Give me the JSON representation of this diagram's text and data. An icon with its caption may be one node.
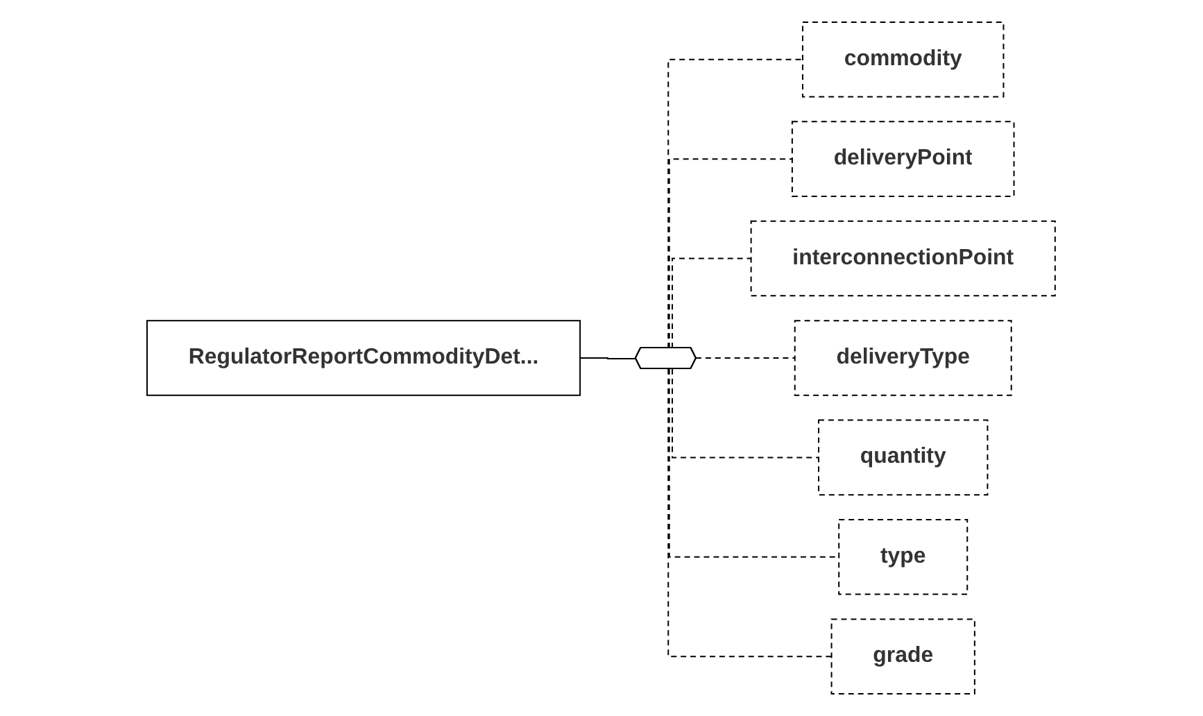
{
  "diagram": {
    "nodes": [
      {
        "text": [
          "RegulatorReportCommodityDet..."
        ]
      },
      {
        "text": [],
        "shape": "hexagon"
      },
      {
        "text": [
          "commodity"
        ]
      },
      {
        "text": [
          "deliveryPoint"
        ]
      },
      {
        "text": [
          "interconnectionPoint"
        ]
      },
      {
        "text": [
          "deliveryType"
        ]
      },
      {
        "text": [
          "quantity"
        ]
      },
      {
        "text": [
          "type"
        ]
      },
      {
        "text": [
          "grade"
        ]
      }
    ],
    "edges": [
      {
        "from": 0,
        "to": 1,
        "arrow": "none"
      },
      {
        "from": 1,
        "to": 2,
        "arrow": "none",
        "style": "dashed"
      },
      {
        "from": 1,
        "to": 3,
        "arrow": "none",
        "style": "dashed"
      },
      {
        "from": 1,
        "to": 4,
        "arrow": "none",
        "style": "dashed"
      },
      {
        "from": 1,
        "to": 5,
        "arrow": "none",
        "style": "dashed"
      },
      {
        "from": 1,
        "to": 6,
        "arrow": "none",
        "style": "dashed"
      },
      {
        "from": 1,
        "to": 7,
        "arrow": "none",
        "style": "dashed"
      },
      {
        "from": 1,
        "to": 8,
        "arrow": "none",
        "style": "dashed"
      }
    ]
  }
}
